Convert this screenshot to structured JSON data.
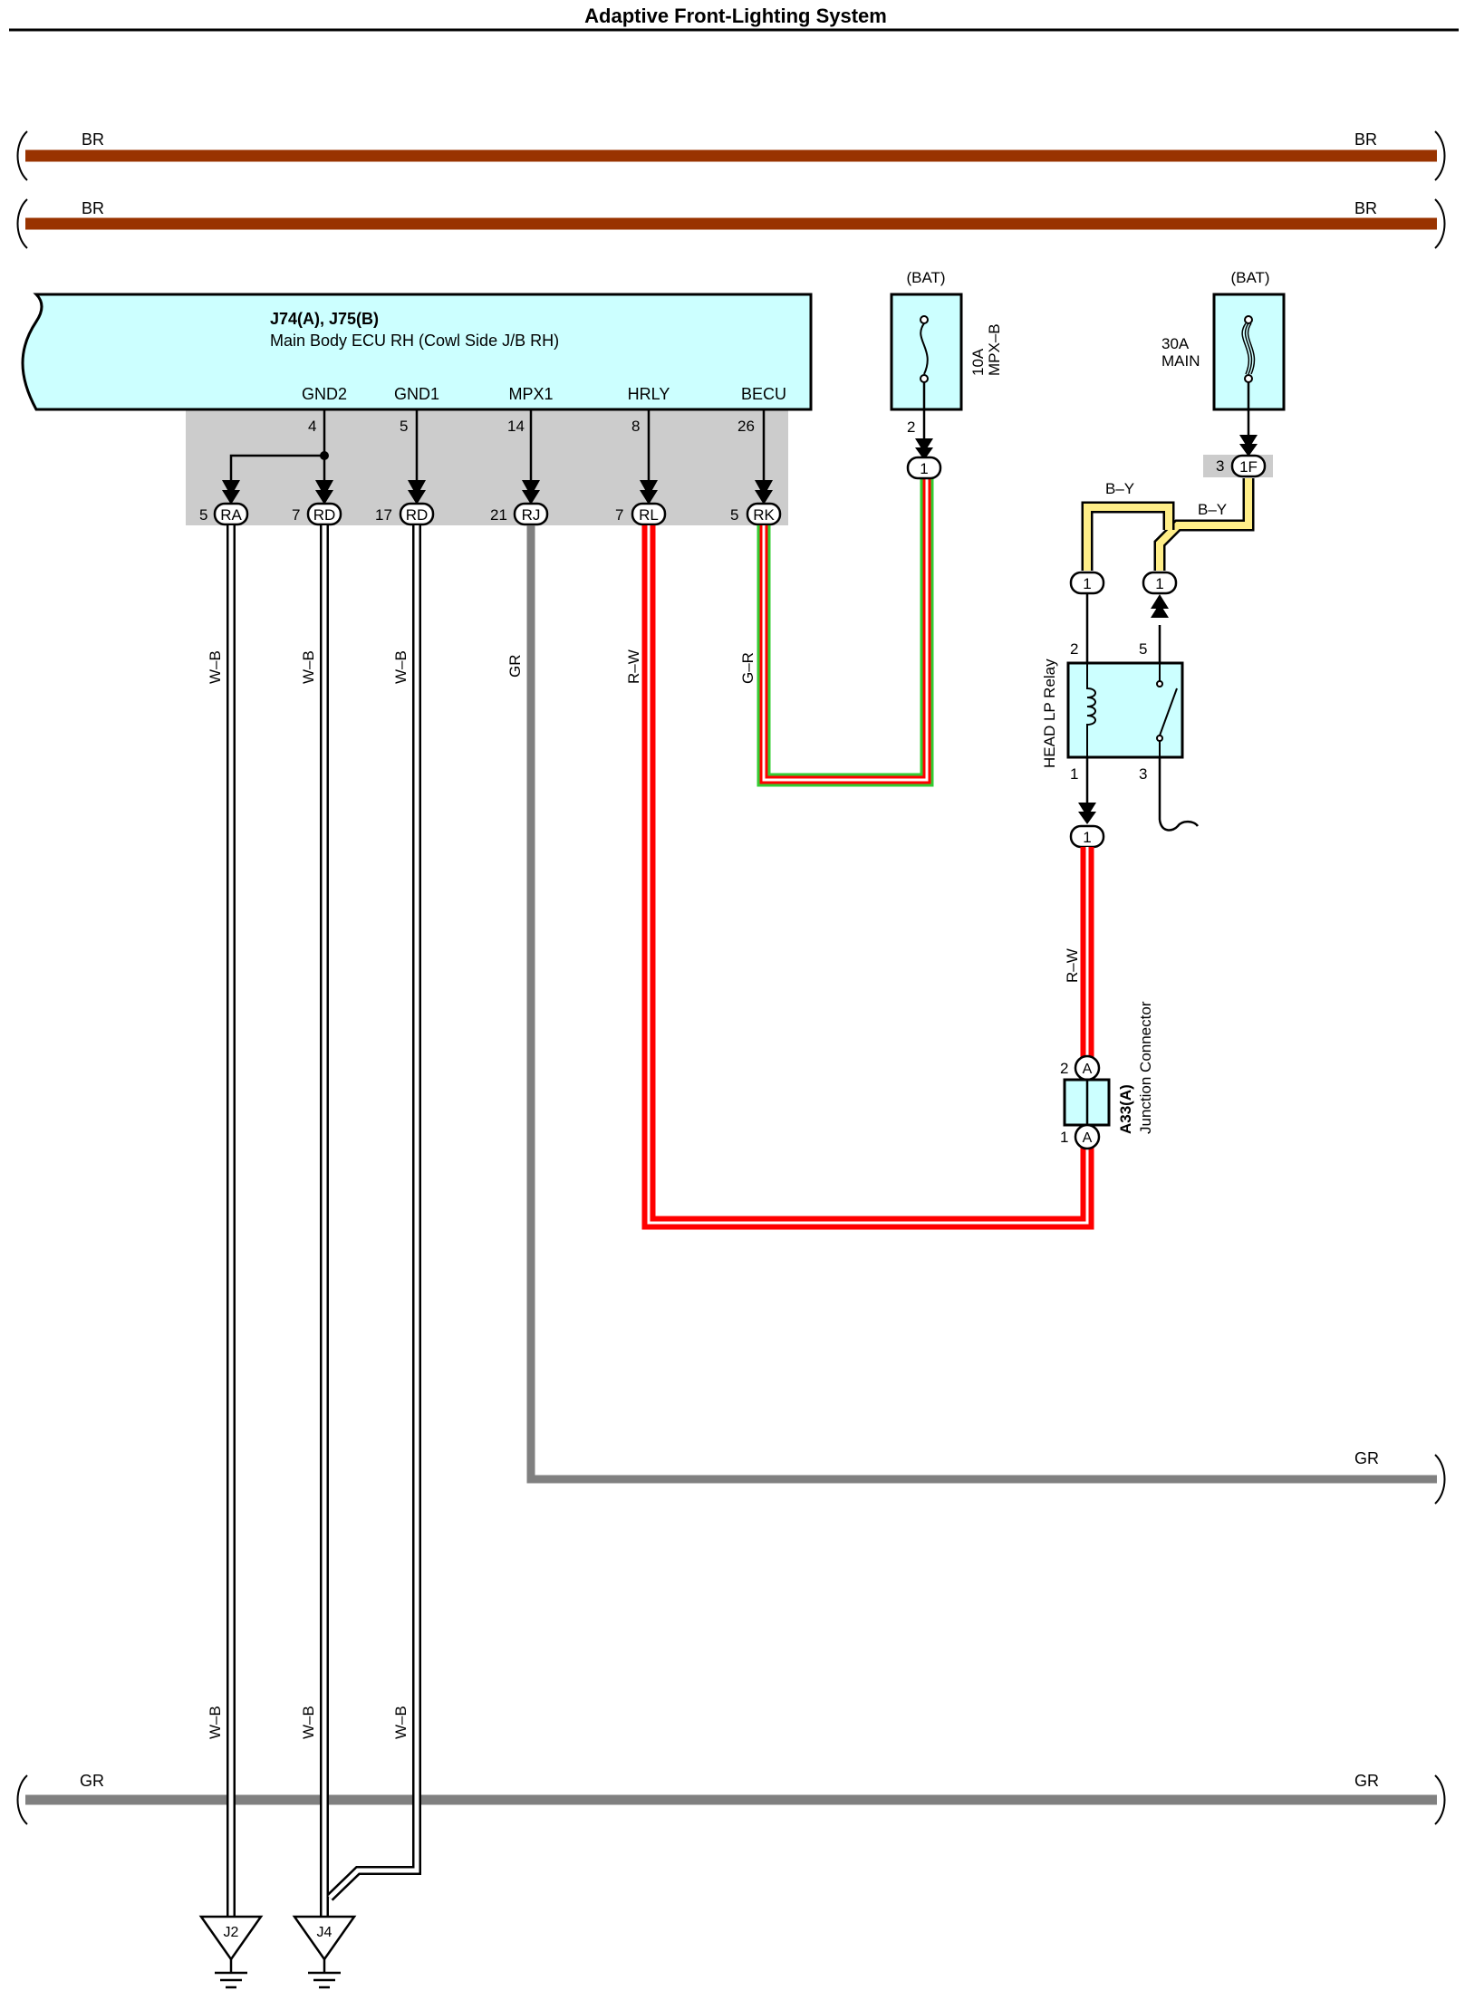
{
  "title": "Adaptive Front-Lighting System",
  "colors": {
    "brown": "#993300",
    "gray": "#808080",
    "red": "#ff0000",
    "green": "#33cc33",
    "yellow": "#ffee88",
    "component_fill": "#ccffff",
    "connector_shade": "#cccccc"
  },
  "buses": {
    "br_top_left": "BR",
    "br_top_right": "BR",
    "br_second_left": "BR",
    "br_second_right": "BR",
    "gr_mid_right": "GR",
    "gr_bottom_left": "GR",
    "gr_bottom_right": "GR"
  },
  "ecu": {
    "id": "J74(A), J75(B)",
    "name": "Main Body ECU RH (Cowl Side J/B RH)",
    "terminals": [
      {
        "name": "GND2",
        "pin": "4"
      },
      {
        "name": "GND1",
        "pin": "5"
      },
      {
        "name": "MPX1",
        "pin": "14"
      },
      {
        "name": "HRLY",
        "pin": "8"
      },
      {
        "name": "BECU",
        "pin": "26"
      }
    ],
    "connectors": [
      {
        "pin": "5",
        "code": "RA"
      },
      {
        "pin": "7",
        "code": "RD"
      },
      {
        "pin": "17",
        "code": "RD"
      },
      {
        "pin": "21",
        "code": "RJ"
      },
      {
        "pin": "7",
        "code": "RL"
      },
      {
        "pin": "5",
        "code": "RK"
      }
    ]
  },
  "wires": {
    "w_b": "W–B",
    "gr": "GR",
    "r_w": "R–W",
    "g_r": "G–R",
    "b_y": "B–Y"
  },
  "fuse_mpx": {
    "bat": "(BAT)",
    "rating": "10A",
    "name": "MPX–B",
    "pin": "2",
    "conn": "1"
  },
  "fuse_main": {
    "bat": "(BAT)",
    "rating": "30A",
    "name": "MAIN",
    "pin": "3",
    "conn": "1F"
  },
  "relay": {
    "name": "HEAD LP Relay",
    "pins": [
      "2",
      "5",
      "1",
      "3"
    ],
    "conn": "1"
  },
  "junction": {
    "id": "A33(A)",
    "name": "Junction Connector",
    "pin_top": "2",
    "pin_bottom": "1",
    "letter": "A"
  },
  "grounds": [
    "J2",
    "J4"
  ]
}
